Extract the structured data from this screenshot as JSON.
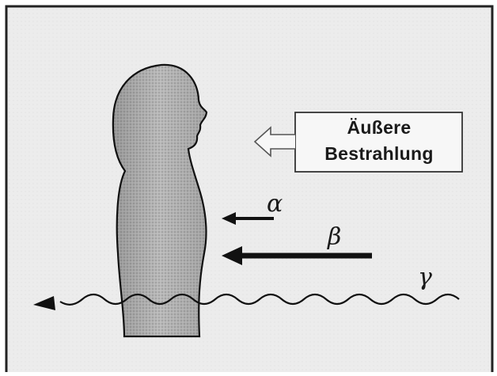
{
  "label_box": {
    "line1": "Äußere",
    "line2": "Bestrahlung"
  },
  "radiation": {
    "alpha": "α",
    "beta": "β",
    "gamma": "γ"
  },
  "colors": {
    "panel_background": "#ececec",
    "border": "#222222",
    "body_fill": "#b5b5b5",
    "ink": "#1a1a1a"
  }
}
